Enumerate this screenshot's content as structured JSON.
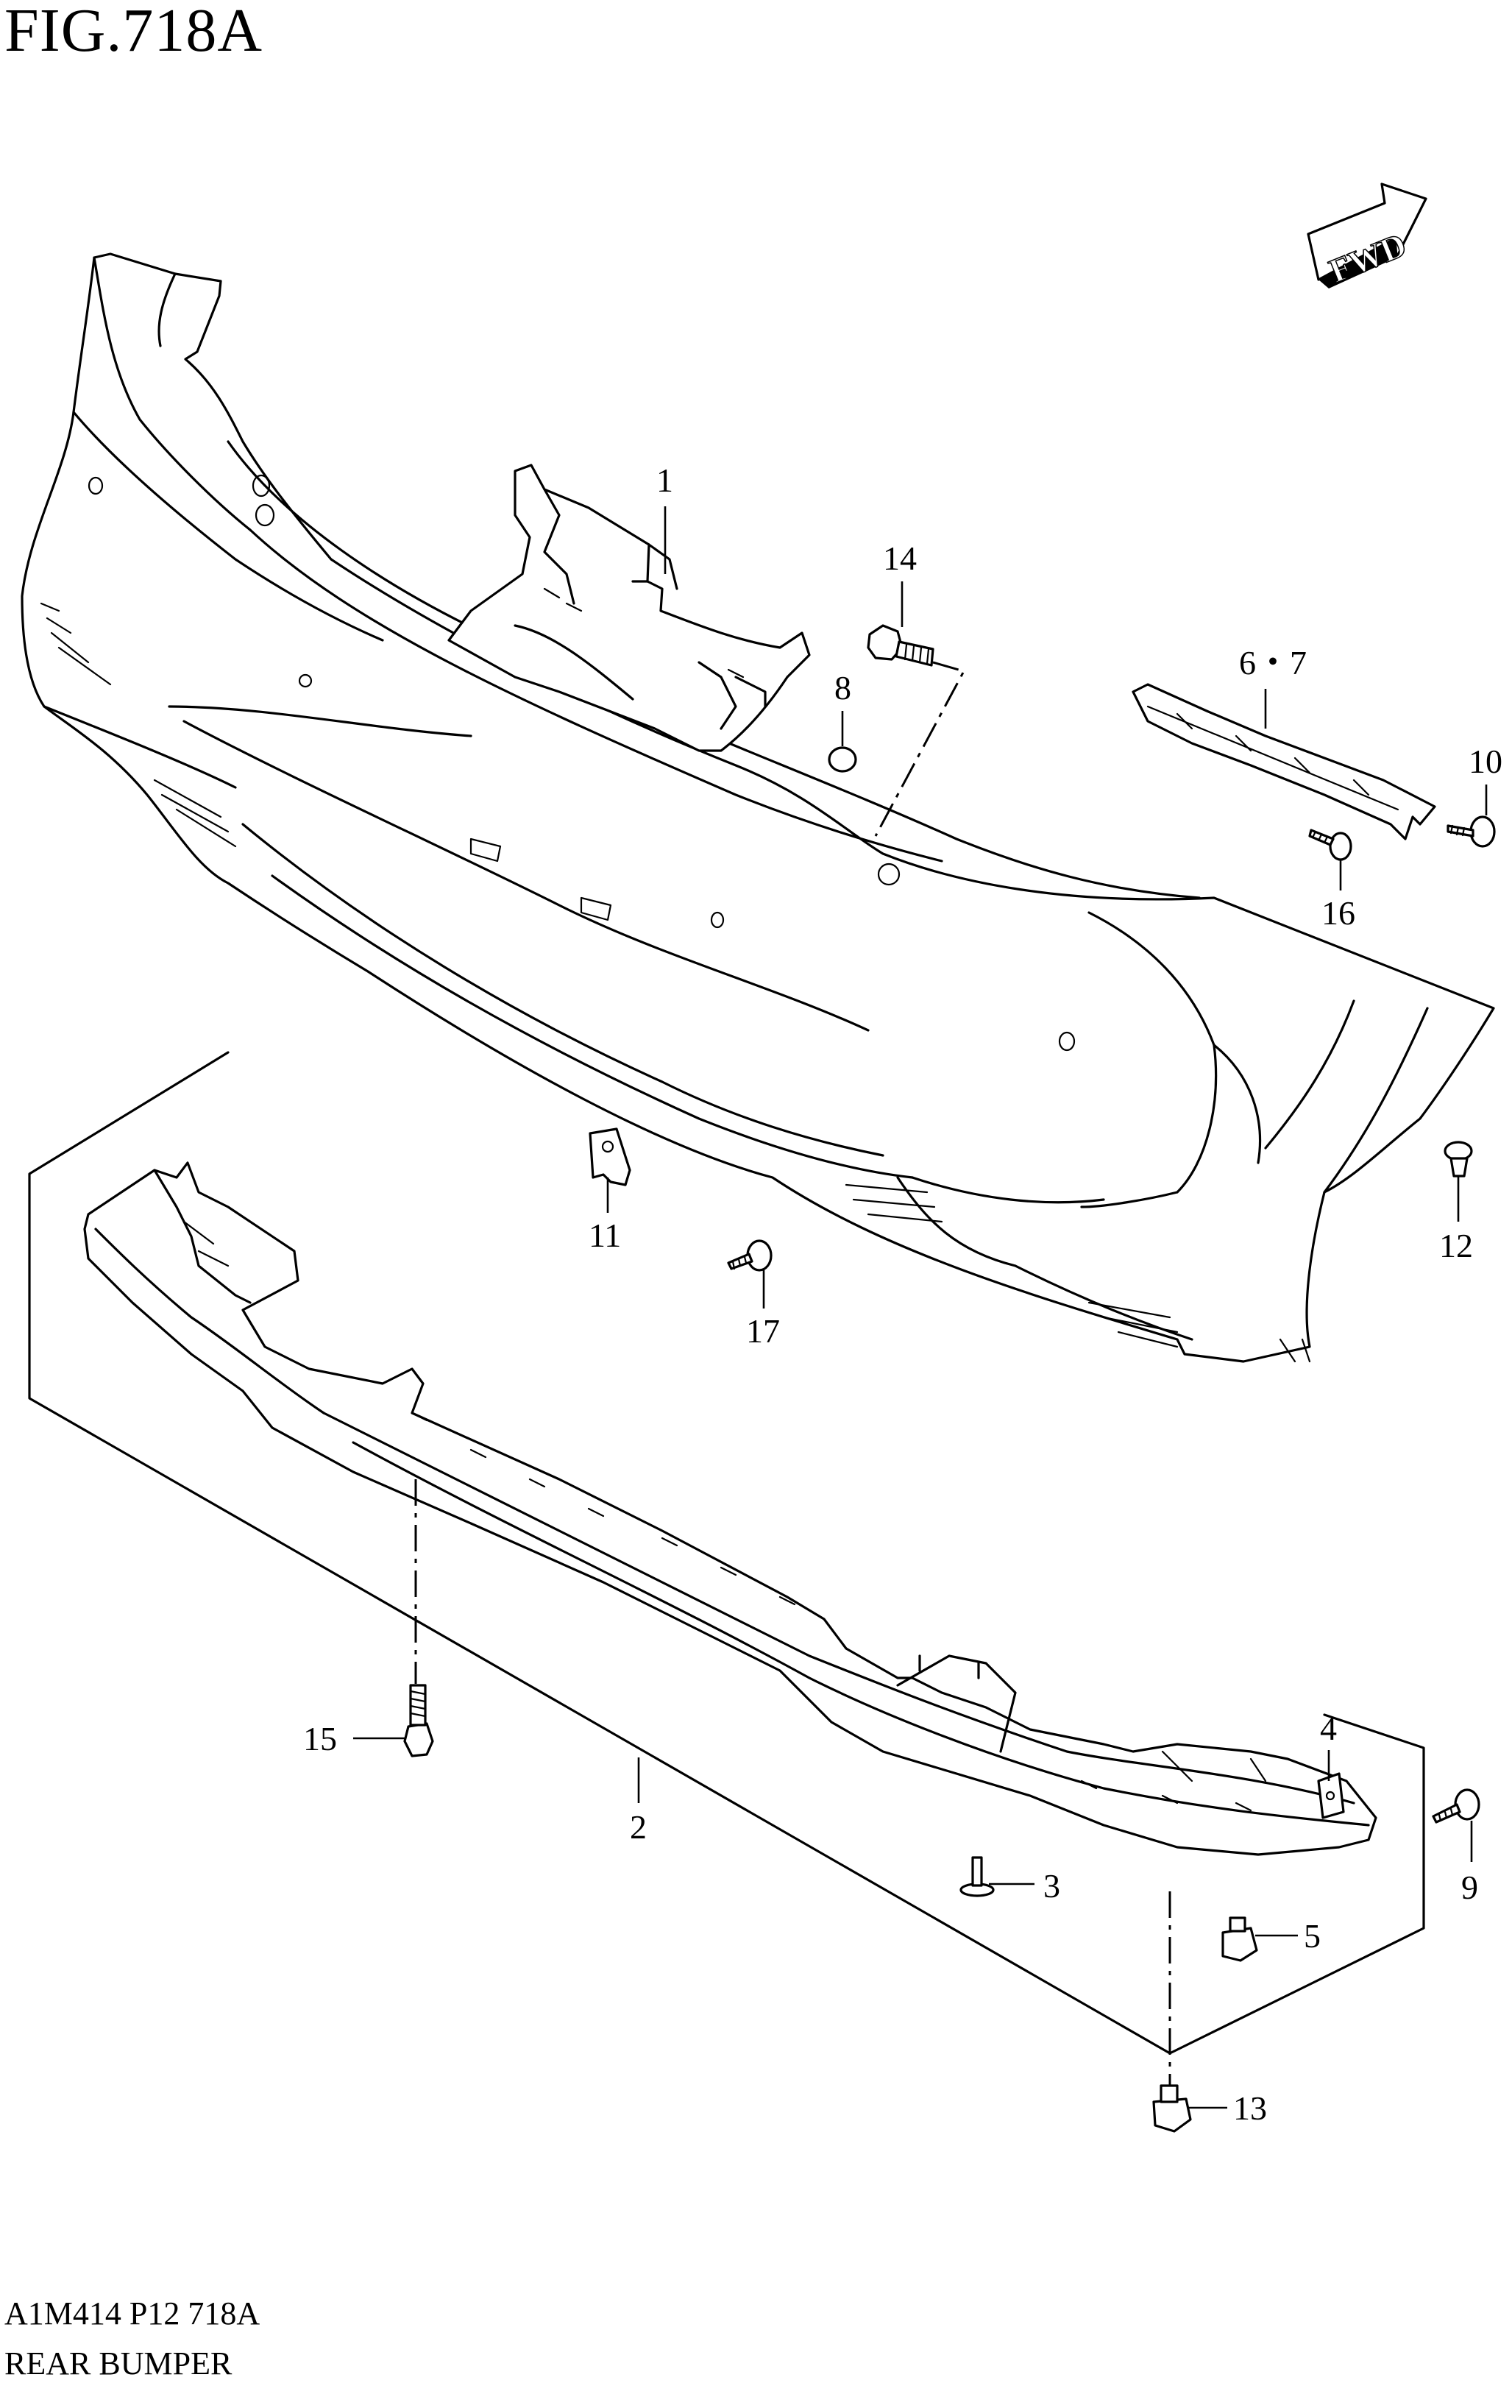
{
  "figure": {
    "title": "FIG.718A",
    "code": "A1M414 P12 718A",
    "name": "REAR BUMPER"
  },
  "fwd_arrow": {
    "label": "FWD",
    "icon": "fwd-arrow-icon"
  },
  "callouts": [
    {
      "id": "1",
      "label": "1"
    },
    {
      "id": "2",
      "label": "2"
    },
    {
      "id": "3",
      "label": "3"
    },
    {
      "id": "4",
      "label": "4"
    },
    {
      "id": "5",
      "label": "5"
    },
    {
      "id": "6-7",
      "label": "6・7"
    },
    {
      "id": "8",
      "label": "8"
    },
    {
      "id": "9",
      "label": "9"
    },
    {
      "id": "10",
      "label": "10"
    },
    {
      "id": "11",
      "label": "11"
    },
    {
      "id": "12",
      "label": "12"
    },
    {
      "id": "13",
      "label": "13"
    },
    {
      "id": "14",
      "label": "14"
    },
    {
      "id": "15",
      "label": "15"
    },
    {
      "id": "16",
      "label": "16"
    },
    {
      "id": "17",
      "label": "17"
    }
  ]
}
